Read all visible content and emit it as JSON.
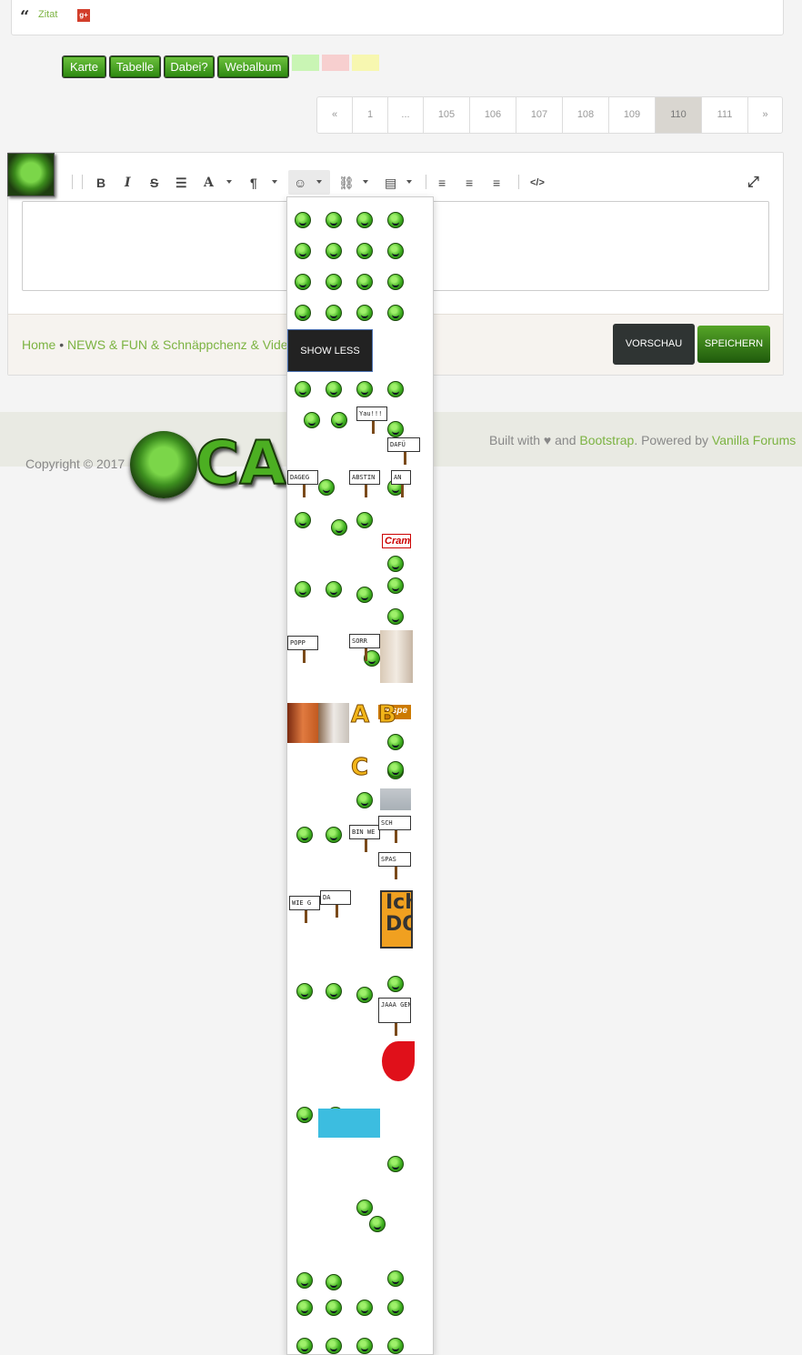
{
  "post": {
    "quote_label": "Zitat",
    "gplus_label": "g+"
  },
  "buttons": {
    "karte": "Karte",
    "tabelle": "Tabelle",
    "dabei": "Dabei?",
    "webalbum": "Webalbum"
  },
  "swatch_colors": [
    "#c9f5b4",
    "#f7cfcf",
    "#f7f7b0"
  ],
  "pagination": {
    "prev": "«",
    "next": "»",
    "pages": [
      "1",
      "...",
      "105",
      "106",
      "107",
      "108",
      "109",
      "110",
      "111"
    ],
    "current": "110"
  },
  "toolbar": {
    "bold": "B",
    "italic": "I",
    "strike": "S",
    "list": "☰",
    "font": "A",
    "para": "¶",
    "emoji": "☺",
    "link": "⛓",
    "file": "▤",
    "align_left": "≡",
    "align_center": "≡",
    "align_right": "≡",
    "code": "</>",
    "fullscreen": "⤢"
  },
  "editor": {
    "breadcrumb_home": "Home",
    "breadcrumb_sep": "•",
    "breadcrumb_category": "NEWS & FUN & Schnäppchenz & Videos",
    "preview_label": "VORSCHAU",
    "save_label": "SPEICHERN"
  },
  "emoji_panel": {
    "show_less_label": "SHOW LESS",
    "signs": [
      "Yau!!!",
      "DAFÜ",
      "DAGEG",
      "ABSTIN",
      "AN",
      "POPP",
      "SORR",
      "BIN WE",
      "SCH",
      "SPAS",
      "WIE G",
      "DA",
      "JAAA GENAU",
      "Respe",
      "Cram"
    ],
    "letters": [
      "A",
      "B",
      "C"
    ],
    "ich_label": "Ich DO"
  },
  "footer": {
    "copyright": "Copyright © 2017",
    "logo_text": "CAC",
    "built_with": "Built with",
    "and": "and",
    "bootstrap": "Bootstrap",
    "powered_by": ". Powered by",
    "vanilla": "Vanilla Forums"
  },
  "colors": {
    "accent_green": "#7cb342",
    "button_green": "#3f9a1b",
    "dark_button": "#2f3433"
  }
}
